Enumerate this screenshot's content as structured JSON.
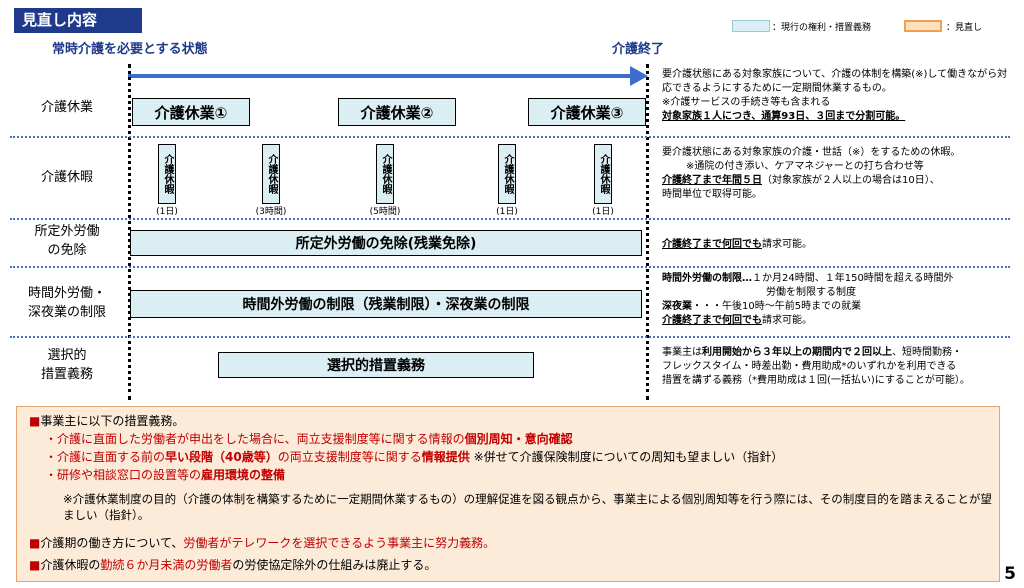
{
  "header": {
    "title": "見直し内容",
    "state_start": "常時介護を必要とする状態",
    "state_end": "介護終了",
    "legend_current": "：現行の権利・措置義務",
    "legend_revision": "：見直し"
  },
  "colors": {
    "current_fill": "#dbeef4",
    "revision_fill": "#fde1bf",
    "revision_border": "#f0a050",
    "accent_blue": "#1f3a8a",
    "highlight_red": "#c00000"
  },
  "rows": {
    "leave": {
      "label": "介護休業",
      "boxes": [
        "介護休業①",
        "介護休業②",
        "介護休業③"
      ],
      "desc_1": "要介護状態にある対象家族について、介護の体制を構築(※)して働きながら対応できるようにするために一定期間休業するもの。",
      "desc_2": "※介護サービスの手続き等も含まれる",
      "desc_3": "対象家族１人につき、通算93日、３回まで分割可能。"
    },
    "time_off": {
      "label": "介護休暇",
      "box_text": "介護休暇",
      "durations": [
        "(1日)",
        "(3時間)",
        "(5時間)",
        "(1日)",
        "(1日)"
      ],
      "desc_1": "要介護状態にある対象家族の介護・世話（※）をするための休暇。",
      "desc_2": "※通院の付き添い、ケアマネジャーとの打ち合わせ等",
      "desc_3a": "介護終了まで年間５日",
      "desc_3b": "（対象家族が２人以上の場合は10日）、",
      "desc_4": "時間単位で取得可能。"
    },
    "overtime_exempt": {
      "label_1": "所定外労働",
      "label_2": "の免除",
      "box": "所定外労働の免除(残業免除)",
      "desc_a": "介護終了まで何回でも",
      "desc_b": "請求可能。"
    },
    "overtime_limit": {
      "label_1": "時間外労働・",
      "label_2": "深夜業の制限",
      "box": "時間外労働の制限（残業制限）・深夜業の制限",
      "desc_1a": "時間外労働の制限…",
      "desc_1b": "１か月24時間、１年150時間を超える時間外",
      "desc_2": "労働を制限する制度",
      "desc_3a": "深夜業",
      "desc_3b": "・・・午後10時～午前5時までの就業",
      "desc_4a": "介護終了まで何回でも",
      "desc_4b": "請求可能。"
    },
    "selective": {
      "label_1": "選択的",
      "label_2": "措置義務",
      "box": "選択的措置義務",
      "desc_1a": "事業主は",
      "desc_1b": "利用開始から３年以上の期間内で２回以上",
      "desc_1c": "、短時間勤務・",
      "desc_2": "フレックスタイム・時差出勤・費用助成*のいずれかを利用できる",
      "desc_3": "措置を講ずる義務（*費用助成は１回(一括払い)にすることが可能）。"
    }
  },
  "bottom": {
    "marker": "■",
    "line_1": "事業主に以下の措置義務。",
    "line_2a": "・介護に直面した労働者が申出をした場合に、両立支援制度等に関する情報の",
    "line_2b": "個別周知・意向確認",
    "line_3a": "・介護に直面する前の",
    "line_3b": "早い段階（40歳等）",
    "line_3c": "の両立支援制度等に関する",
    "line_3d": "情報提供",
    "line_3e": " ※併せて介護保険制度についての周知も望ましい（指針）",
    "line_4a": "・研修や相談窓口の設置等の",
    "line_4b": "雇用環境の整備",
    "note": "※介護休業制度の目的（介護の体制を構築するために一定期間休業するもの）の理解促進を図る観点から、事業主による個別周知等を行う際には、その制度目的を踏まえることが望ましい（指針）。",
    "line_5a": "介護期の働き方について、",
    "line_5b": "労働者がテレワークを選択できるよう事業主に努力義務。",
    "line_6a": "介護休暇の",
    "line_6b": "勤続６か月未満の労働者",
    "line_6c": "の労使協定除外の仕組みは廃止する。"
  },
  "page_number": "5"
}
